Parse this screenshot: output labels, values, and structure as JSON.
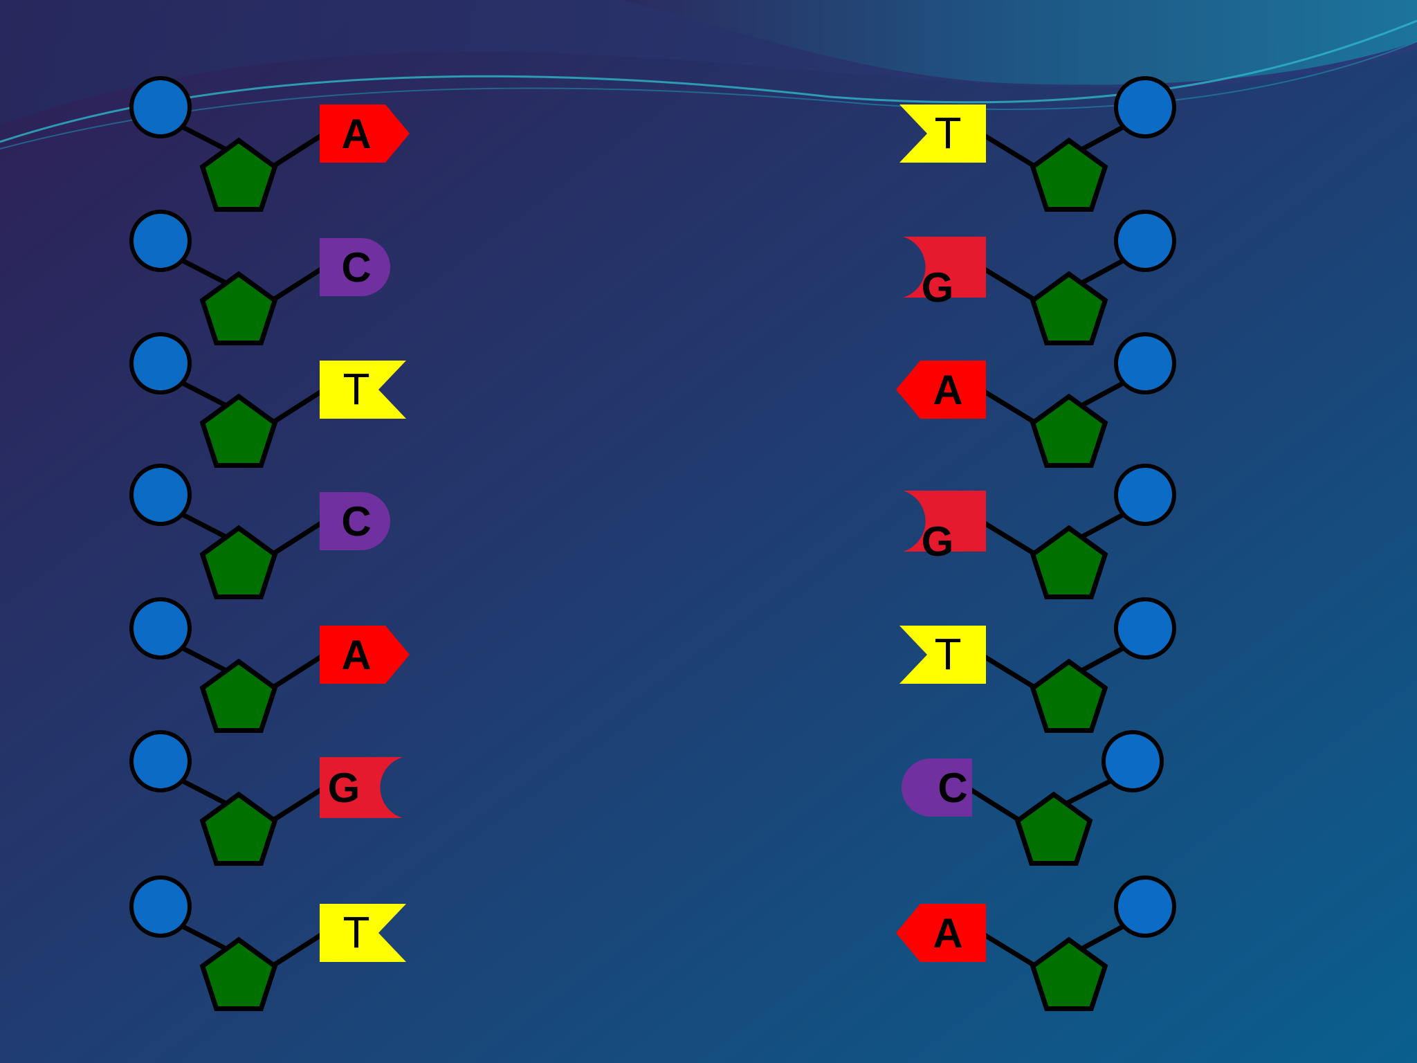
{
  "colors": {
    "phosphate": "#0c6bc4",
    "sugar": "#007000",
    "outline": "#000000",
    "adenine": "#ff0000",
    "thymine": "#ffff00",
    "cytosine": "#7030a0",
    "guanine": "#e51a2e"
  },
  "strands": {
    "left": {
      "nucleotides": [
        {
          "base": "A",
          "shape": "arrow"
        },
        {
          "base": "C",
          "shape": "round"
        },
        {
          "base": "T",
          "shape": "notch"
        },
        {
          "base": "C",
          "shape": "round"
        },
        {
          "base": "A",
          "shape": "arrow"
        },
        {
          "base": "G",
          "shape": "crescent"
        },
        {
          "base": "T",
          "shape": "notch"
        }
      ]
    },
    "right": {
      "nucleotides": [
        {
          "base": "T",
          "shape": "notch"
        },
        {
          "base": "G",
          "shape": "crescent"
        },
        {
          "base": "A",
          "shape": "arrow"
        },
        {
          "base": "G",
          "shape": "crescent"
        },
        {
          "base": "T",
          "shape": "notch"
        },
        {
          "base": "C",
          "shape": "round"
        },
        {
          "base": "A",
          "shape": "arrow"
        }
      ]
    }
  }
}
